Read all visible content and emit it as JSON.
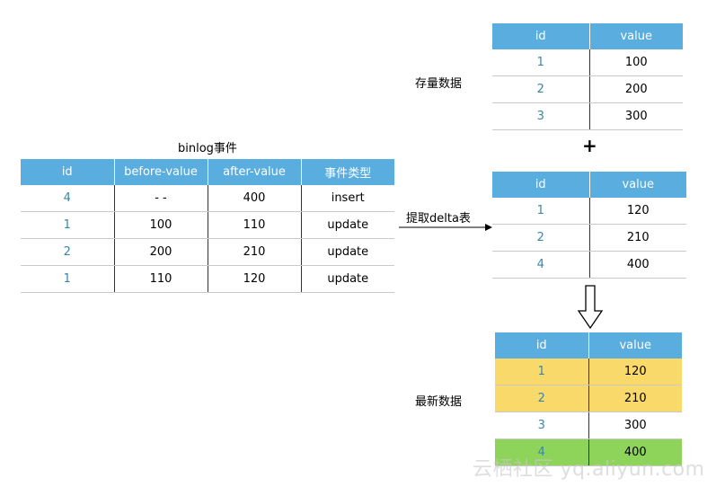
{
  "binlog": {
    "title": "binlog事件",
    "headers": [
      "id",
      "before-value",
      "after-value",
      "事件类型"
    ],
    "rows": [
      [
        "4",
        "- -",
        "400",
        "insert"
      ],
      [
        "1",
        "100",
        "110",
        "update"
      ],
      [
        "2",
        "200",
        "210",
        "update"
      ],
      [
        "1",
        "110",
        "120",
        "update"
      ]
    ]
  },
  "stock": {
    "label": "存量数据",
    "headers": [
      "id",
      "value"
    ],
    "rows": [
      [
        "1",
        "100"
      ],
      [
        "2",
        "200"
      ],
      [
        "3",
        "300"
      ]
    ]
  },
  "plus_sign": "+",
  "delta": {
    "arrow_label": "提取delta表",
    "headers": [
      "id",
      "value"
    ],
    "rows": [
      [
        "1",
        "120"
      ],
      [
        "2",
        "210"
      ],
      [
        "4",
        "400"
      ]
    ]
  },
  "latest": {
    "label": "最新数据",
    "headers": [
      "id",
      "value"
    ],
    "rows": [
      [
        "1",
        "120"
      ],
      [
        "2",
        "210"
      ],
      [
        "3",
        "300"
      ],
      [
        "4",
        "400"
      ]
    ]
  },
  "colors": {
    "header_blue": "#5aaddf",
    "id_text": "#3a86a8",
    "updated_yellow": "#fad96b",
    "inserted_green": "#8fd45a"
  },
  "watermark": "云栖社区 yq.aliyun.com"
}
